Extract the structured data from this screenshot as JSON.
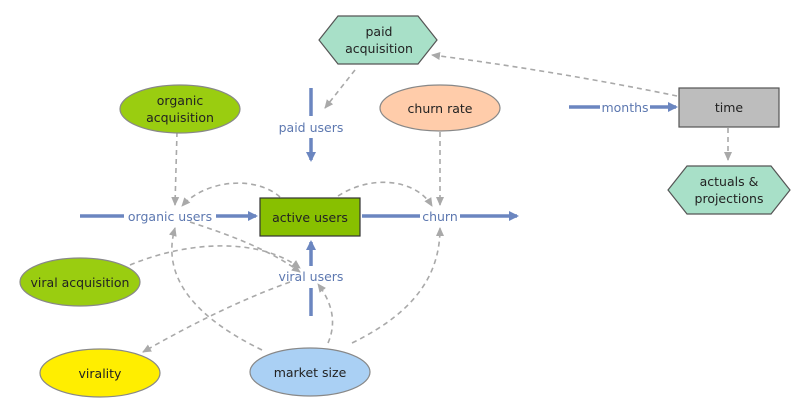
{
  "nodes": {
    "paid_acquisition": {
      "label_line1": "paid",
      "label_line2": "acquisition"
    },
    "organic_acquisition": {
      "label_line1": "organic",
      "label_line2": "acquisition"
    },
    "churn_rate": {
      "label": "churn rate"
    },
    "time": {
      "label": "time"
    },
    "active_users": {
      "label": "active users"
    },
    "actuals_projections": {
      "label_line1": "actuals &",
      "label_line2": "projections"
    },
    "viral_acquisition": {
      "label": "viral acquisition"
    },
    "virality": {
      "label": "virality"
    },
    "market_size": {
      "label": "market size"
    }
  },
  "flows": {
    "paid_users": "paid users",
    "organic_users": "organic users",
    "churn": "churn",
    "viral_users": "viral users",
    "months": "months"
  },
  "colors": {
    "stock_fill": "#88c000",
    "aux_green": "#9acd10",
    "hex_fill": "#a8e0c8",
    "churn_fill": "#ffccaa",
    "virality_fill": "#ffee00",
    "market_fill": "#aad0f4",
    "time_fill": "#bdbdbd",
    "flow_color": "#6b86c0"
  }
}
